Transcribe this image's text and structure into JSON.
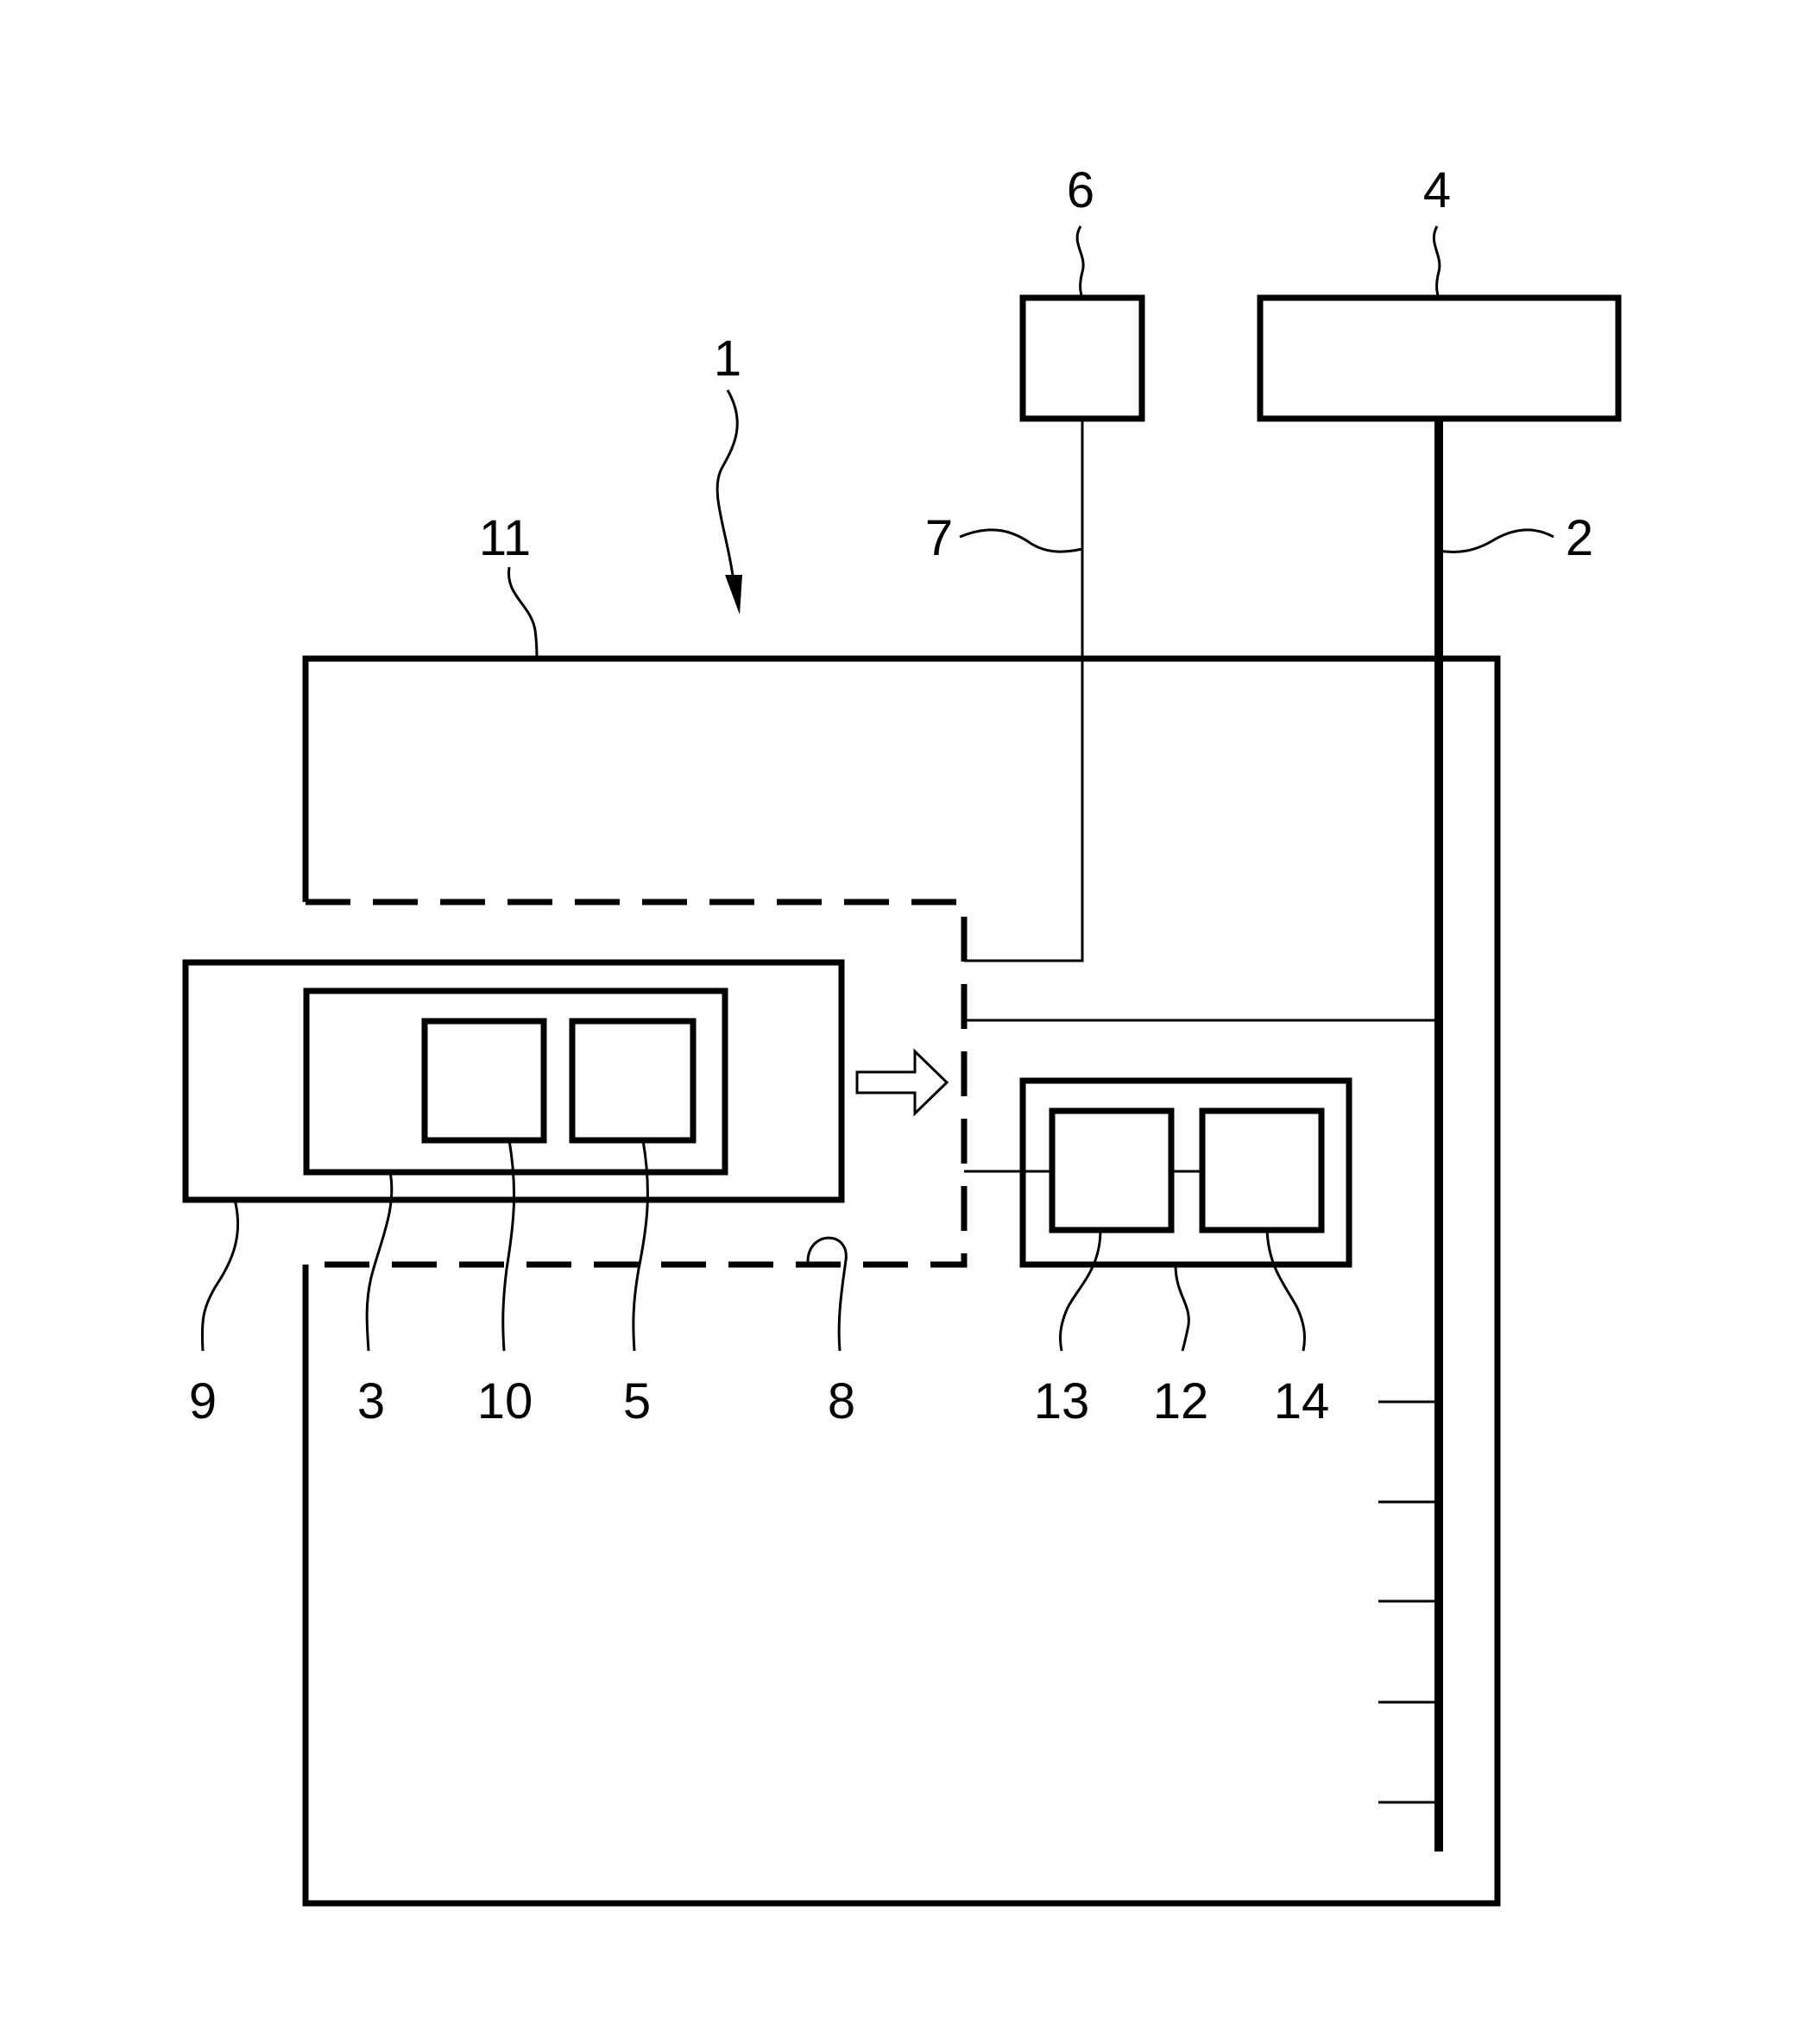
{
  "labels": {
    "ref_1": "1",
    "ref_2": "2",
    "ref_3": "3",
    "ref_4": "4",
    "ref_5": "5",
    "ref_6": "6",
    "ref_7": "7",
    "ref_8": "8",
    "ref_9": "9",
    "ref_10": "10",
    "ref_11": "11",
    "ref_12": "12",
    "ref_13": "13",
    "ref_14": "14"
  },
  "colors": {
    "line": "#000000",
    "background": "#ffffff"
  }
}
